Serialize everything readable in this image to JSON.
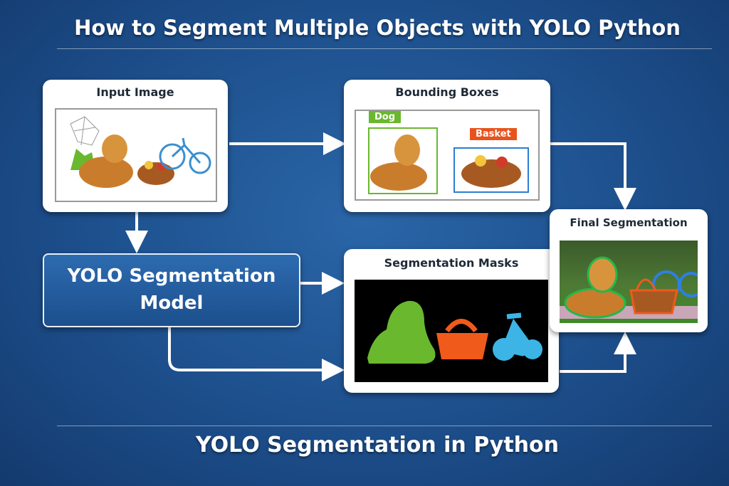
{
  "header": {
    "title": "How to Segment Multiple Objects with YOLO Python"
  },
  "footer": {
    "title": "YOLO Segmentation in Python"
  },
  "cards": {
    "input": {
      "title": "Input Image"
    },
    "bounding": {
      "title": "Bounding Boxes",
      "labels": [
        "Dog",
        "Basket"
      ]
    },
    "masks": {
      "title": "Segmentation Masks"
    },
    "final": {
      "title": "Final Segmentation"
    }
  },
  "model": {
    "line1": "YOLO Segmentation",
    "line2": "Model"
  },
  "colors": {
    "dog": "#6ab82e",
    "basket": "#e8531c",
    "bike": "#3aaee0",
    "outline_dog": "#22b84a"
  }
}
